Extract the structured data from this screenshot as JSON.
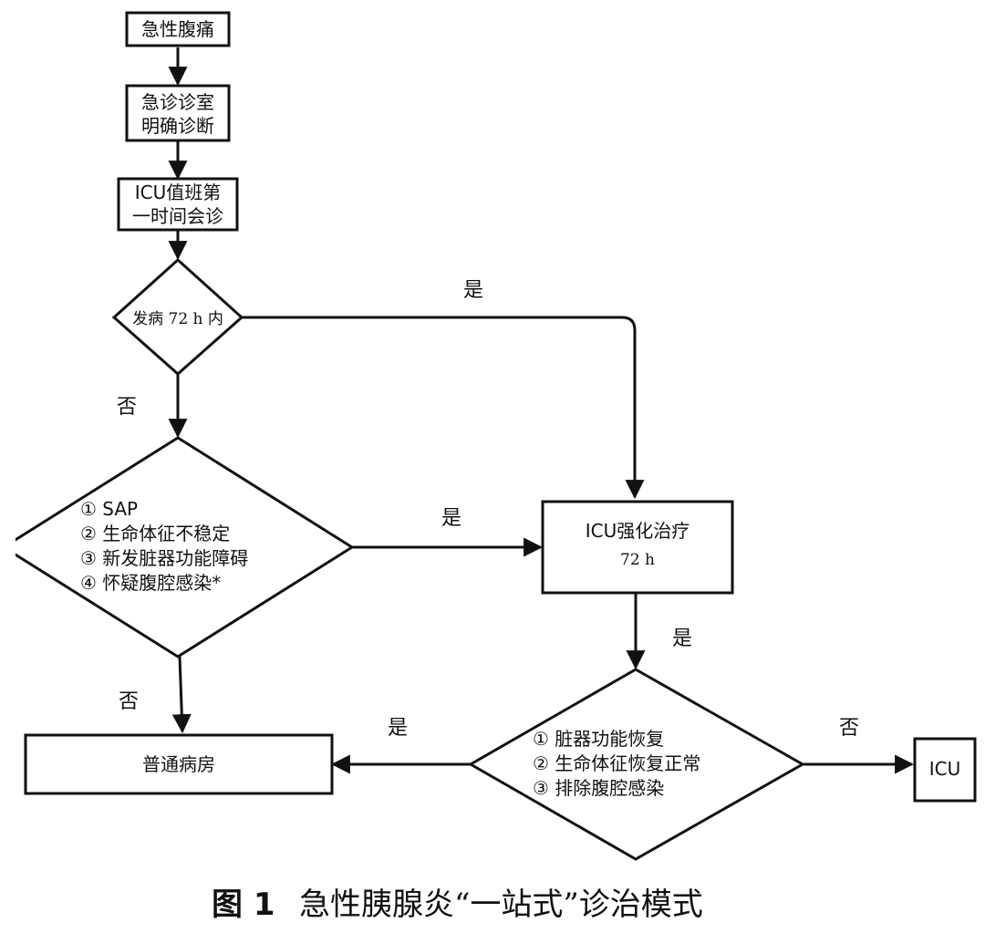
{
  "nodes": {
    "acute_pain": "急性腹痛",
    "er_line1": "急诊诊室",
    "er_line2": "明确诊断",
    "icu_consult_line1": "ICU值班第",
    "icu_consult_line2": "一时间会诊",
    "onset": "发病 72 h 内",
    "criteria": [
      "①  SAP",
      "②  生命体征不稳定",
      "③  新发脏器功能障碍",
      "④  怀疑腹腔感染*"
    ],
    "icu_intensive_line1": "ICU强化治疗",
    "icu_intensive_line2": "72 h",
    "recovery": [
      "①  脏器功能恢复",
      "②  生命体征恢复正常",
      "③  排除腹腔感染"
    ],
    "general_ward": "普通病房",
    "icu": "ICU"
  },
  "edge_labels": {
    "yes_onset": "是",
    "no_onset": "否",
    "yes_criteria": "是",
    "no_criteria": "否",
    "yes_after_icu": "是",
    "yes_recovery": "是",
    "no_recovery": "否"
  },
  "caption": {
    "figure": "图 1",
    "title": "急性胰腺炎“一站式”诊治模式"
  }
}
